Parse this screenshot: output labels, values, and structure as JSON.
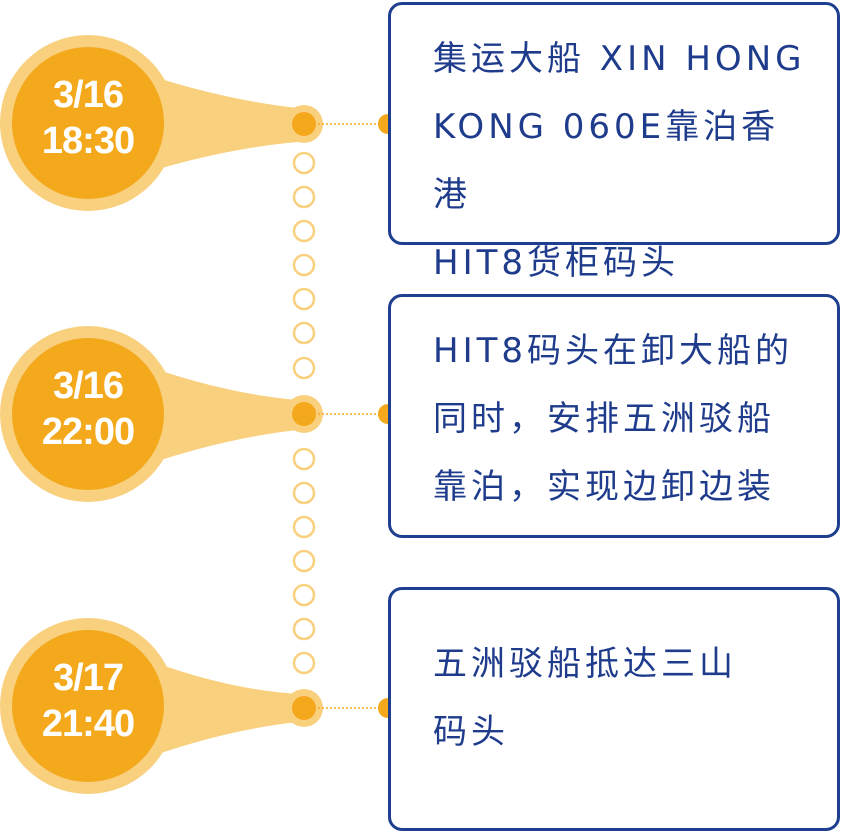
{
  "colors": {
    "accent": "#f4a81b",
    "accent_light": "#f8d07e",
    "card_border": "#1e3f8f",
    "text": "#1f3c8c"
  },
  "events": [
    {
      "date": "3/16",
      "time": "18:30",
      "lines": [
        "集运大船 XIN HONG",
        "KONG 060E靠泊香港",
        "HIT8货柜码头"
      ]
    },
    {
      "date": "3/16",
      "time": "22:00",
      "lines": [
        "HIT8码头在卸大船的",
        "同时，安排五洲驳船",
        "靠泊，实现边卸边装"
      ]
    },
    {
      "date": "3/17",
      "time": "21:40",
      "lines": [
        "五洲驳船抵达三山",
        "码头"
      ]
    }
  ]
}
